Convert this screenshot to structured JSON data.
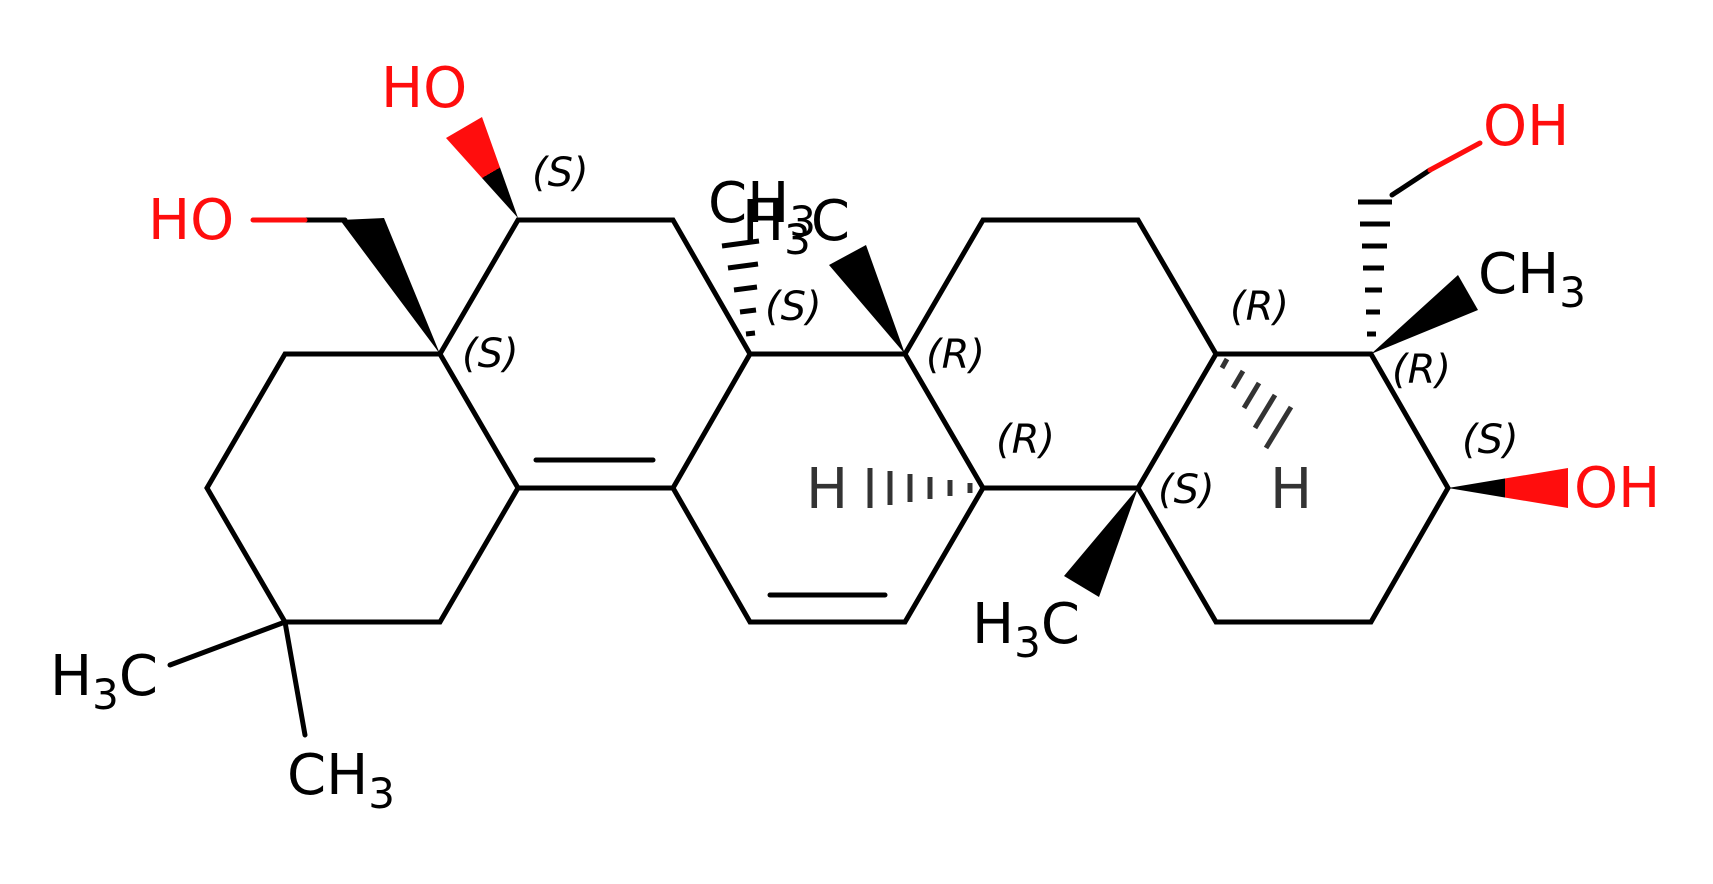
{
  "colors": {
    "carbon": "#000000",
    "oxygen": "#ff0d0d",
    "hydrogen": "#333333"
  },
  "labels": {
    "ho_top": "HO",
    "ho_left": "HO",
    "oh_top_right": "OH",
    "oh_right": "OH",
    "ch3_upper": "CH3",
    "h3c_upper": "H3C",
    "ch3_right": "CH3",
    "h3c_mid": "H3C",
    "h3c_left": "H3C",
    "ch3_bottom": "CH3",
    "h_left": "H",
    "h_right": "H"
  },
  "stereo_labels": [
    "(S)",
    "(S)",
    "(S)",
    "(R)",
    "(R)",
    "(R)",
    "(R)",
    "(S)",
    "(S)"
  ]
}
